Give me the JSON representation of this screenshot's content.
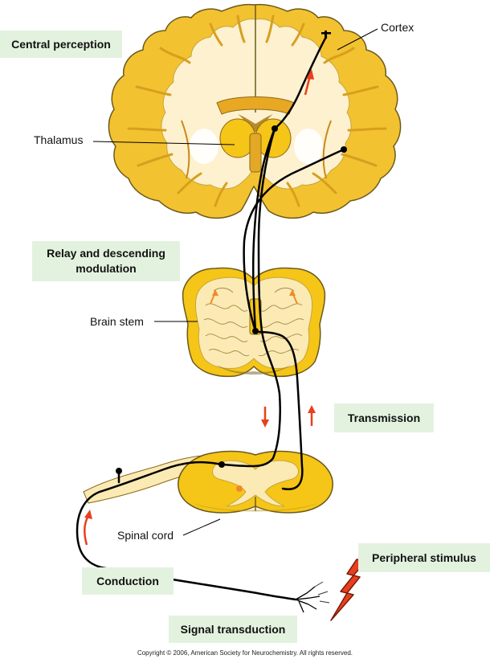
{
  "stages": {
    "central_perception": "Central perception",
    "relay": "Relay and descending modulation",
    "transmission": "Transmission",
    "conduction": "Conduction",
    "signal_transduction": "Signal transduction",
    "peripheral_stimulus": "Peripheral stimulus"
  },
  "structures": {
    "cortex": "Cortex",
    "thalamus": "Thalamus",
    "brain_stem": "Brain stem",
    "spinal_cord": "Spinal cord"
  },
  "copyright": "Copyright © 2006, American Society for Neurochemistry.  All rights reserved.",
  "colors": {
    "tissue_yellow": "#f5c518",
    "tissue_light": "#fbeab4",
    "tissue_cream": "#fdf3d6",
    "label_box": "#e3f2df",
    "arrow_red": "#e8401c",
    "nerve": "#000000"
  },
  "icons": {
    "stimulus": "lightning-bolt-icon",
    "direction": "red-arrow-icon"
  }
}
